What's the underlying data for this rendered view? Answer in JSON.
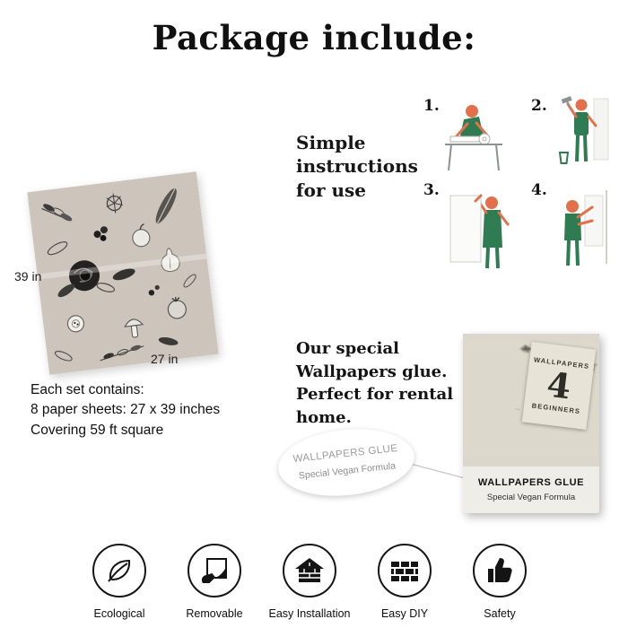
{
  "title": "Package include:",
  "sheet": {
    "height_label": "39 in",
    "width_label": "27 in"
  },
  "set_info": {
    "line1": "Each set contains:",
    "line2": "8 paper sheets: 27 x 39 inches",
    "line3": "Covering 59 ft square"
  },
  "instructions": {
    "heading_line1": "Simple",
    "heading_line2": "instructions",
    "heading_line3": "for use",
    "steps": [
      {
        "num": "1.",
        "illustration": "person-rolling-wallpaper-on-table"
      },
      {
        "num": "2.",
        "illustration": "person-preparing-wall"
      },
      {
        "num": "3.",
        "illustration": "person-hanging-wallpaper-strip"
      },
      {
        "num": "4.",
        "illustration": "person-smoothing-wallpaper"
      }
    ]
  },
  "glue": {
    "heading_line1": "Our special",
    "heading_line2": "Wallpapers glue.",
    "heading_line3": "Perfect for rental",
    "heading_line4": "home.",
    "sticker": {
      "line1": "WALLPAPERS GLUE",
      "line2": "Special Vegan Formula"
    },
    "package": {
      "tag_top": "WALLPAPERS",
      "tag_number": "4",
      "tag_bottom": "BEGINNERS",
      "band_line1": "WALLPAPERS GLUE",
      "band_line2": "Special Vegan Formula"
    }
  },
  "features": [
    {
      "label": "Ecological",
      "icon": "leaf-icon"
    },
    {
      "label": "Removable",
      "icon": "peel-hand-icon"
    },
    {
      "label": "Easy Installation",
      "icon": "house-icon"
    },
    {
      "label": "Easy DIY",
      "icon": "bricks-icon"
    },
    {
      "label": "Safety",
      "icon": "thumbs-up-icon"
    }
  ],
  "colors": {
    "skin": "#e2714b",
    "green": "#2f7b52",
    "sheet_background": "#cdc5bc",
    "package_dark": "#33312d"
  }
}
